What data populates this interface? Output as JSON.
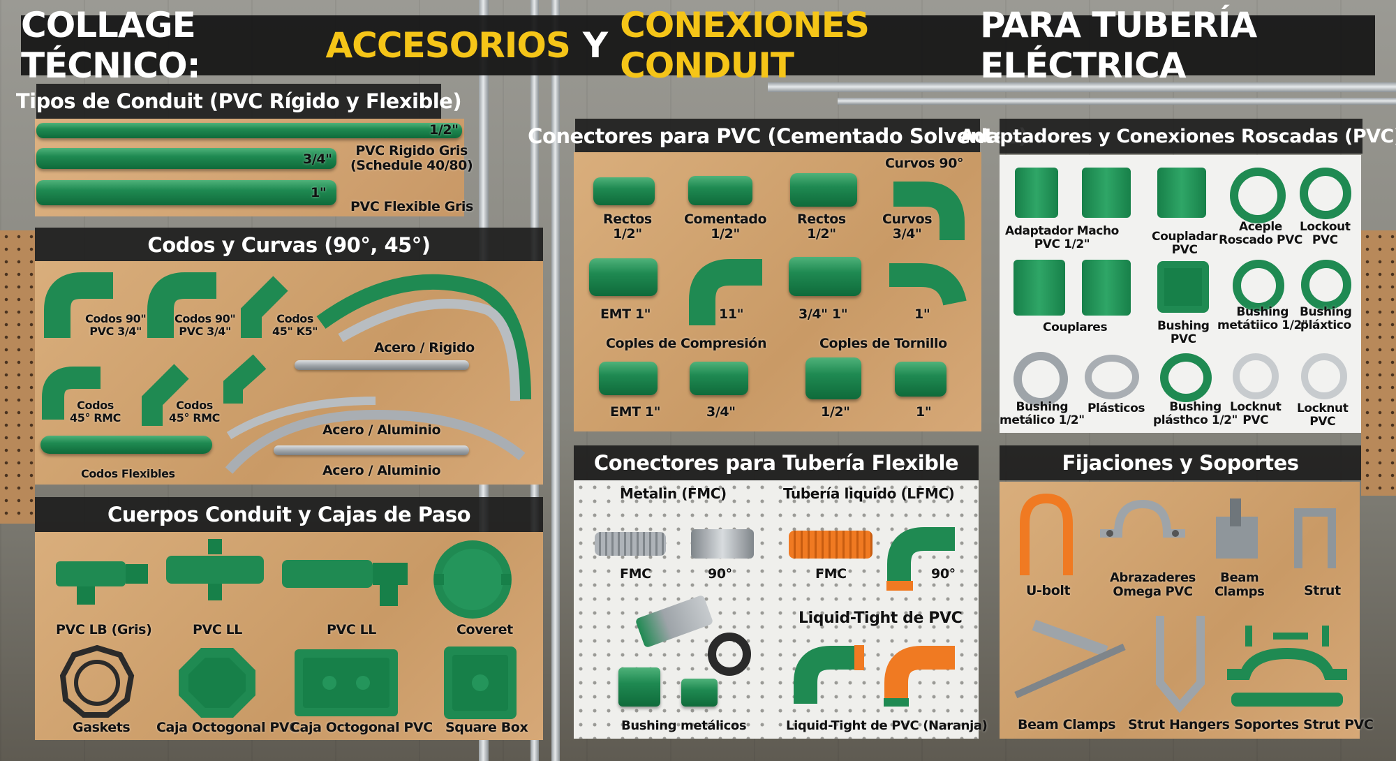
{
  "title": {
    "part1": "COLLAGE TÉCNICO:",
    "part2": "ACCESORIOS",
    "part3": "Y",
    "part4": "CONEXIONES CONDUIT",
    "part5": "PARA TUBERÍA ELÉCTRICA"
  },
  "colors": {
    "green": "#1f8a52",
    "yellow": "#f5c518",
    "orange": "#f07a22",
    "gray": "#9ea4a9"
  },
  "tipos": {
    "title": "Tipos de Conduit (PVC Rígido y Flexible)",
    "size1": "1/2\"",
    "size2": "3/4\"",
    "size3": "1\"",
    "label_rigid": "PVC Rigido Gris\n(Schedule 40/80)",
    "label_flex": "PVC Flexible Gris"
  },
  "codos": {
    "title": "Codos y Curvas (90°, 45°)",
    "items": [
      "Codos 90\"\nPVC 3/4\"",
      "Codos 90\"\nPVC 3/4\"",
      "Codos\n45\" K5\"",
      "Codos\n45° RMC",
      "Codos\n45° RMC",
      "Codos Flexibles"
    ],
    "acero_rigido": "Acero / Rigido",
    "acero_aluminio_1": "Acero / Aluminio",
    "acero_aluminio_2": "Acero / Aluminio"
  },
  "cuerpos": {
    "title": "Cuerpos Conduit y Cajas de Paso",
    "items": [
      "PVC LB (Gris)",
      "PVC LL",
      "PVC LL",
      "Coveret",
      "Gaskets",
      "Caja Octogonal PVC",
      "Caja Octogonal PVC",
      "Square Box"
    ]
  },
  "conectores_pvc": {
    "title": "Conectores para PVC (Cementado Solventes)",
    "curvos_label": "Curvos 90°",
    "row1": [
      "Rectos\n1/2\"",
      "Comentado\n1/2\"",
      "Rectos\n1/2\"",
      "Curvos\n3/4\""
    ],
    "row2": [
      "EMT 1\"",
      "11\"",
      "3/4\" 1\"",
      "1\""
    ],
    "compresion": "Coples de Compresión",
    "tornillo": "Coples de Tornillo",
    "row3": [
      "EMT 1\"",
      "3/4\"",
      "1/2\"",
      "1\""
    ]
  },
  "adaptadores": {
    "title": "Adaptadores y Conexiones Roscadas (PVC)",
    "row1": [
      "Adaptador Macho\nPVC 1/2\"",
      "Coupladar\nPVC",
      "Aceple\nRoscado PVC",
      "Lockout\nPVC"
    ],
    "row2": [
      "Couplares",
      "Bushing\nPVC",
      "Bushing\nmetátiico 1/2\"",
      "Bushing\npláxtico"
    ],
    "row3": [
      "Bushing\nmetálico 1/2\"",
      "Plásticos",
      "Bushing\nplásthco 1/2\"",
      "Locknut\nPVC",
      "Locknut\nPVC"
    ]
  },
  "flexible": {
    "title": "Conectores para Tubería Flexible",
    "metalin": "Metalin (FMC)",
    "liquido": "Tubería liquido (LFMC)",
    "fmc1": "FMC",
    "deg1": "90°",
    "fmc2": "FMC",
    "deg2": "90°",
    "liquid_tight": "Liquid-Tight de PVC",
    "bushing": "Bushing metálicos",
    "liquid_naranja": "Liquid-Tight de PVC (Naranja)"
  },
  "fijaciones": {
    "title": "Fijaciones y Soportes",
    "row1": [
      "U-bolt",
      "Abrazaderes\nOmega PVC",
      "Beam\nClamps",
      "Strut"
    ],
    "row2": [
      "Beam Clamps",
      "Strut Hangers",
      "Soportes Strut PVC"
    ]
  }
}
